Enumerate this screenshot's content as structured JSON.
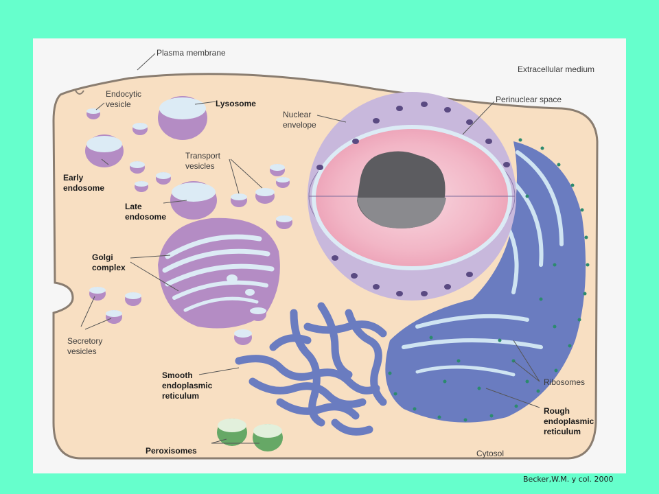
{
  "labels": {
    "plasma_membrane": "Plasma membrane",
    "extracellular_medium": "Extracellular medium",
    "endocytic_vesicle": "Endocytic\nvesicle",
    "lysosome": "Lysosome",
    "nuclear_envelope": "Nuclear\nenvelope",
    "perinuclear_space": "Perinuclear space",
    "transport_vesicles": "Transport\nvesicles",
    "early_endosome": "Early\nendosome",
    "late_endosome": "Late\nendosome",
    "golgi_complex": "Golgi\ncomplex",
    "secretory_vesicles": "Secretory\nvesicles",
    "smooth_er": "Smooth\nendoplasmic\nreticulum",
    "ribosomes": "Ribosomes",
    "rough_er": "Rough\nendoplasmic\nreticulum",
    "peroxisomes": "Peroxisomes",
    "cytosol": "Cytosol"
  },
  "credit": "Becker,W.M. y col. 2000",
  "colors": {
    "page_background": "#66ffcc",
    "cytoplasm": "#f8dfc2",
    "vesicle_purple": "#b48cc4",
    "vesicle_light": "#dcebf5",
    "nuclear_envelope": "#c8b8dc",
    "nucleus_pink": "#f2b6c6",
    "nucleolus": "#5c5c60",
    "er_blue": "#6a7cc0",
    "ribosome_green": "#2c8a6e",
    "peroxisome_green": "#66a866"
  }
}
